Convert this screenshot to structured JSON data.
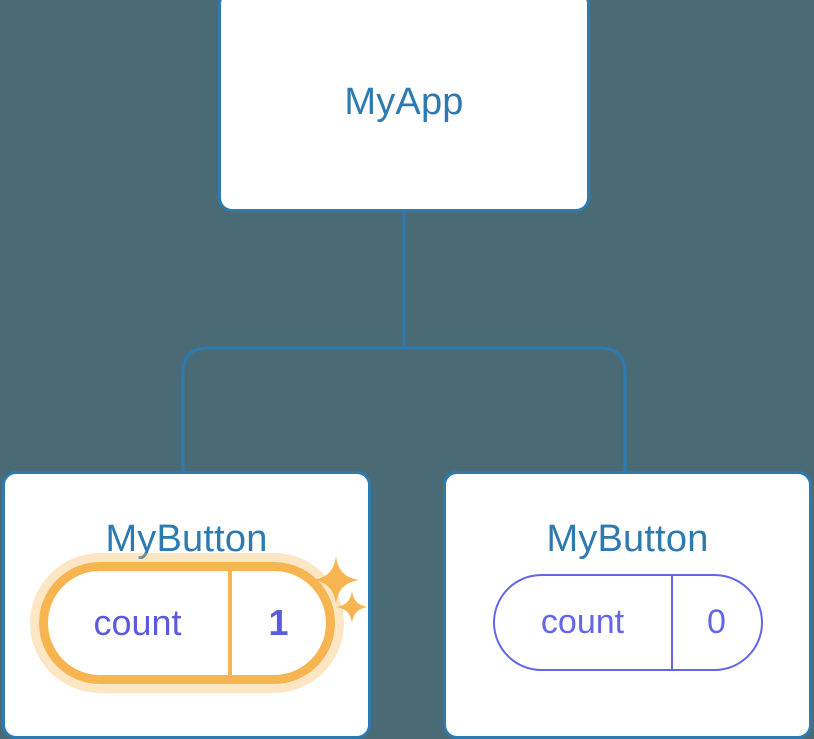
{
  "diagram": {
    "background_color": "#4a6a75",
    "edge_color": "#2d7ab0",
    "node_border_color": "#2d7ab0",
    "node_title_color": "#2d7ab0",
    "state_color": "#6366e8",
    "highlight_color": "#f7b552",
    "root": {
      "title": "MyApp"
    },
    "children": [
      {
        "title": "MyButton",
        "state": {
          "key": "count",
          "value": "1"
        },
        "highlighted": true,
        "sparkles": [
          "sparkle-large-icon",
          "sparkle-small-icon"
        ]
      },
      {
        "title": "MyButton",
        "state": {
          "key": "count",
          "value": "0"
        },
        "highlighted": false
      }
    ]
  }
}
